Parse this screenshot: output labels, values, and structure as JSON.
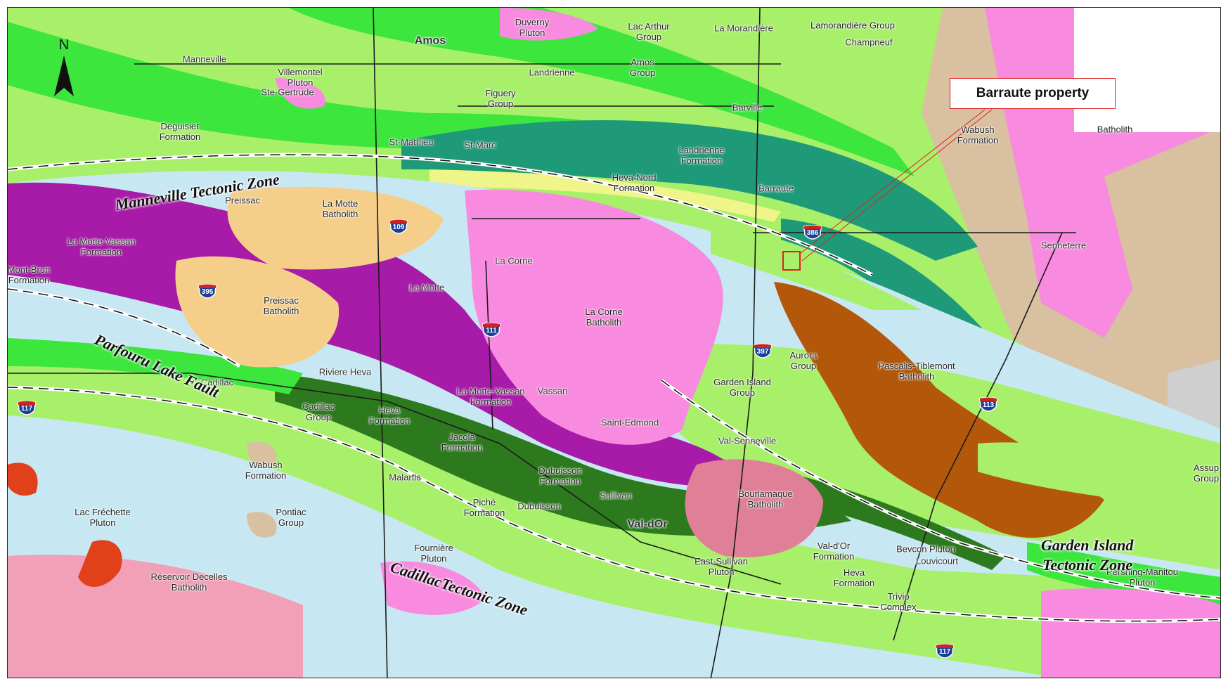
{
  "callout": {
    "label": "Barraute property",
    "color": "#dd2222"
  },
  "north_arrow": {
    "label": "N",
    "icon": "north-arrow-icon"
  },
  "colors": {
    "water": "#c7e8f3",
    "volcanic_green": "#a8f06a",
    "bright_green": "#3ce63c",
    "dark_green": "#2d7a1e",
    "teal": "#1f9a78",
    "pink": "#f88ae0",
    "magenta": "#a81aa8",
    "tan": "#d8c0a0",
    "orange_batholith": "#b3580a",
    "sand": "#f5cf8a",
    "rose": "#e08098",
    "red_pluton": "#e0401a",
    "yellow": "#f0f58a"
  },
  "places": [
    {
      "id": "amos",
      "label": "Amos",
      "big": true
    },
    {
      "id": "manneville",
      "label": "Manneville"
    },
    {
      "id": "landrienne",
      "label": "Landrienne"
    },
    {
      "id": "la-morandiere",
      "label": "La Morandière"
    },
    {
      "id": "champneuf",
      "label": "Champneuf"
    },
    {
      "id": "barville",
      "label": "Barville"
    },
    {
      "id": "ste-gertrude",
      "label": "Ste-Gertrude"
    },
    {
      "id": "st-mathieu",
      "label": "St-Mathieu"
    },
    {
      "id": "st-marc",
      "label": "St-Marc"
    },
    {
      "id": "barraute",
      "label": "Barraute"
    },
    {
      "id": "preissac",
      "label": "Preissac"
    },
    {
      "id": "la-corne",
      "label": "La Corne"
    },
    {
      "id": "la-motte",
      "label": "La Motte"
    },
    {
      "id": "senneterre",
      "label": "Senneterre"
    },
    {
      "id": "cadillac",
      "label": "Cadillac"
    },
    {
      "id": "riviere-heva",
      "label": "Riviere Heva"
    },
    {
      "id": "vassan",
      "label": "Vassan"
    },
    {
      "id": "saint-edmond",
      "label": "Saint-Edmond"
    },
    {
      "id": "val-senneville",
      "label": "Val-Senneville"
    },
    {
      "id": "malartic",
      "label": "Malartic"
    },
    {
      "id": "sullivan",
      "label": "Sullivan"
    },
    {
      "id": "dubuisson",
      "label": "Dubuisson"
    },
    {
      "id": "val-dor",
      "label": "Val-dOr",
      "big": true
    },
    {
      "id": "louvicourt",
      "label": "Louvicourt"
    }
  ],
  "units": [
    {
      "id": "duverny-pluton",
      "label": "Duverny\nPluton"
    },
    {
      "id": "lac-arthur-group",
      "label": "Lac Arthur\nGroup"
    },
    {
      "id": "lamorandiere-group",
      "label": "Lamorandière Group"
    },
    {
      "id": "amos-group",
      "label": "Amos\nGroup"
    },
    {
      "id": "villemontel-pluton",
      "label": "Villemontel\nPluton"
    },
    {
      "id": "figuery-group",
      "label": "Figuery\nGroup"
    },
    {
      "id": "deguisier-formation",
      "label": "Deguisier\nFormation"
    },
    {
      "id": "wabush-formation-ne",
      "label": "Wabush\nFormation"
    },
    {
      "id": "batholith-ne",
      "label": "Batholith"
    },
    {
      "id": "landrienne-formation",
      "label": "Landrienne\nFormation"
    },
    {
      "id": "heva-nord-formation",
      "label": "Heva-Nord\nFormation"
    },
    {
      "id": "la-motte-batholith",
      "label": "La Motte\nBatholith"
    },
    {
      "id": "la-motte-vassan-formation-w",
      "label": "La Motte-Vassan\nFormation"
    },
    {
      "id": "mont-brun-formation",
      "label": "Mont-Brun\nFormation"
    },
    {
      "id": "preissac-batholith",
      "label": "Preissac\nBatholith"
    },
    {
      "id": "la-corne-batholith",
      "label": "La Corne\nBatholith"
    },
    {
      "id": "aurora-group",
      "label": "Aurora\nGroup"
    },
    {
      "id": "pascalis-tiblemont-batholith",
      "label": "Pascalis-Tiblemont\nBatholith"
    },
    {
      "id": "garden-island-group",
      "label": "Garden Island\nGroup"
    },
    {
      "id": "la-motte-vassan-formation-c",
      "label": "La Motte-Vassan\nFormation"
    },
    {
      "id": "cadillac-group",
      "label": "Cadillac\nGroup"
    },
    {
      "id": "heva-formation-w",
      "label": "Heva\nFormation"
    },
    {
      "id": "jacola-formation",
      "label": "Jacola\nFormation"
    },
    {
      "id": "wabush-formation-sw",
      "label": "Wabush\nFormation"
    },
    {
      "id": "dubuisson-formation",
      "label": "Dubuisson\nFormation"
    },
    {
      "id": "bourlamaque-batholith",
      "label": "Bourlamaque\nBatholith"
    },
    {
      "id": "assup-group",
      "label": "Assup\nGroup"
    },
    {
      "id": "lac-frechette-pluton",
      "label": "Lac Fréchette\nPluton"
    },
    {
      "id": "pontiac-group",
      "label": "Pontiac\nGroup"
    },
    {
      "id": "piche-formation",
      "label": "Piché\nFormation"
    },
    {
      "id": "fourniere-pluton",
      "label": "Fournière\nPluton"
    },
    {
      "id": "reservoir-decelles-batholith",
      "label": "Réservoir Decelles\nBatholith"
    },
    {
      "id": "east-sullivan-pluton",
      "label": "East-Sullivan\nPluton"
    },
    {
      "id": "val-dor-formation",
      "label": "Val-d'Or\nFormation"
    },
    {
      "id": "heva-formation-s",
      "label": "Heva\nFormation"
    },
    {
      "id": "bevcon-pluton",
      "label": "Bevcon Pluton"
    },
    {
      "id": "trivio-complex",
      "label": "Trivio\nComplex"
    },
    {
      "id": "pershing-manitou-pluton",
      "label": "Pershing-Manitou\nPluton"
    }
  ],
  "tectonic_zones": [
    {
      "id": "manneville",
      "label": "Manneville Tectonic Zone"
    },
    {
      "id": "parfouru",
      "label": "Parfouru Lake Fault"
    },
    {
      "id": "cadillac",
      "label": "CadillacTectonic Zone"
    },
    {
      "id": "garden-island-1",
      "label": "Garden Island"
    },
    {
      "id": "garden-island-2",
      "label": "Tectonic Zone"
    }
  ],
  "highways": [
    {
      "id": "hwy-109",
      "number": "109"
    },
    {
      "id": "hwy-395",
      "number": "395"
    },
    {
      "id": "hwy-386",
      "number": "386"
    },
    {
      "id": "hwy-111",
      "number": "111"
    },
    {
      "id": "hwy-397",
      "number": "397"
    },
    {
      "id": "hwy-117-w",
      "number": "117"
    },
    {
      "id": "hwy-113",
      "number": "113"
    },
    {
      "id": "hwy-117-s",
      "number": "117"
    }
  ]
}
